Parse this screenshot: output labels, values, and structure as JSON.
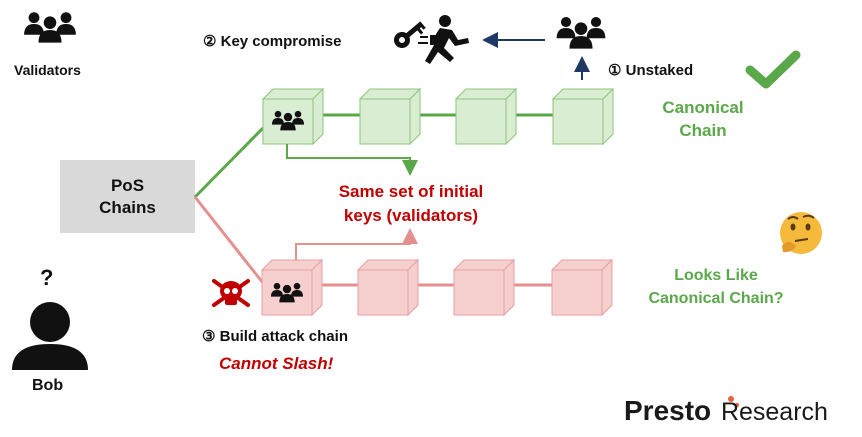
{
  "validators_label": "Validators",
  "pos_box": {
    "line1": "PoS",
    "line2": "Chains"
  },
  "key_compromise": "② Key compromise",
  "unstaked": "① Unstaked",
  "canonical": {
    "line1": "Canonical",
    "line2": "Chain"
  },
  "same_keys": {
    "line1": "Same set of initial",
    "line2": "keys (validators)"
  },
  "looks_like": {
    "line1": "Looks Like",
    "line2": "Canonical Chain?"
  },
  "build_attack": "③ Build attack chain",
  "cannot_slash": "Cannot Slash!",
  "question_mark": "?",
  "bob_label": "Bob",
  "logo": {
    "brand": "Presto",
    "suffix": "Research"
  },
  "colors": {
    "green": "#5aa84a",
    "green_fill": "#d9edd2",
    "red": "#c00000",
    "pink_line": "#e58f8f",
    "pink_fill": "#f6cfcf",
    "gray_box": "#d9d9d9",
    "arrow_navy": "#1f3864"
  },
  "icons": [
    "validators-group-icon",
    "key-icon",
    "running-man-icon",
    "validators-group-icon",
    "checkmark-icon",
    "thinking-face-icon",
    "skull-crossbones-icon",
    "person-icon"
  ]
}
